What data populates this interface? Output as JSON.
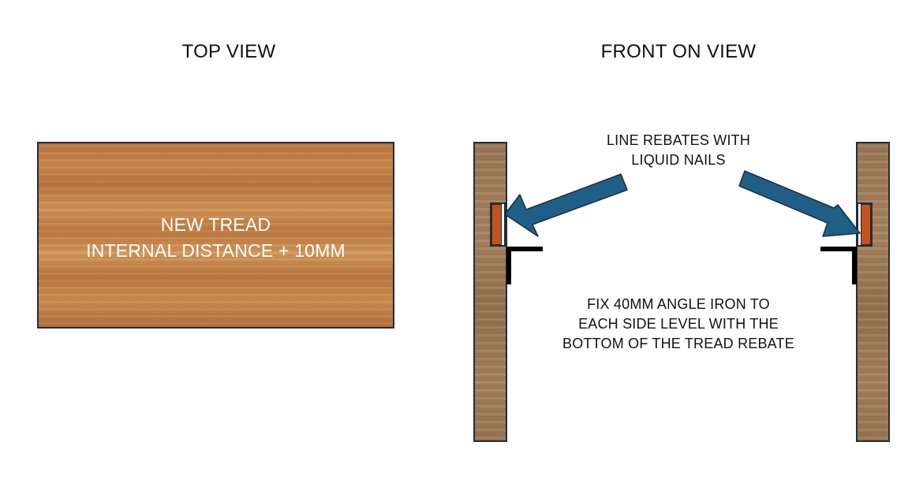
{
  "top_view": {
    "heading": "TOP VIEW",
    "tread_label_line1": "NEW TREAD",
    "tread_label_line2": "INTERNAL DISTANCE + 10MM"
  },
  "front_view": {
    "heading": "FRONT ON VIEW",
    "rebate_note_line1": "LINE REBATES WITH",
    "rebate_note_line2": "LIQUID NAILS",
    "fix_note_line1": "FIX 40MM ANGLE IRON TO",
    "fix_note_line2": "EACH SIDE LEVEL WITH THE",
    "fix_note_line3": "BOTTOM OF THE TREAD REBATE"
  },
  "colors": {
    "arrow_fill": "#1f5f86",
    "outline": "#1f2d40",
    "liquid_nails": "#c2531f",
    "angle_iron": "#000000"
  }
}
